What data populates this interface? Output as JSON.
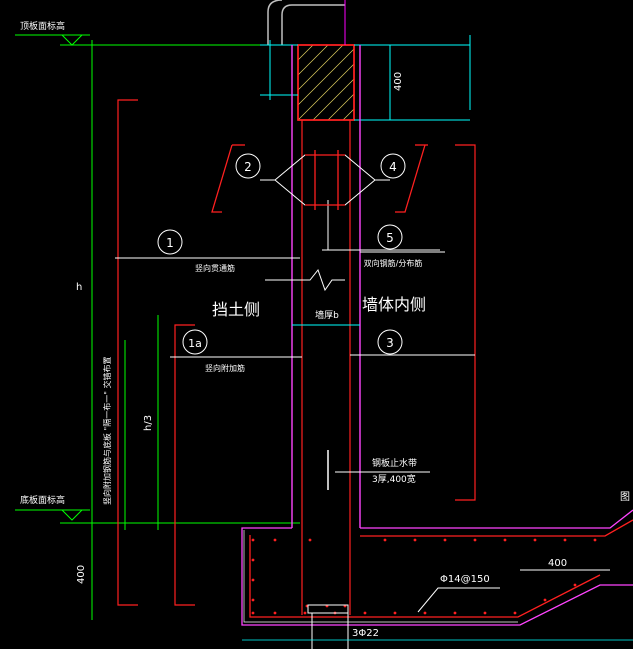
{
  "labels": {
    "top_slab_level": "顶板面标高",
    "bottom_slab_level": "底板面标高",
    "height_h": "h",
    "h_third": "h/3",
    "dim_400_top": "400",
    "dim_400_bottom": "400",
    "dim_400_right": "400",
    "soil_side": "挡土侧",
    "wall_inner_side": "墙体内侧",
    "wall_thickness": "墙厚b",
    "vertical_through_bar": "竖向贯通筋",
    "vertical_additional_bar": "竖向附加筋",
    "horizontal_distribution_bar": "双向钢筋/分布筋",
    "steel_waterstop": "钢板止水带",
    "waterstop_spec": "3厚,400宽",
    "side_note": "竖向附加钢筋与底板 \"隔一布一\" 交错布置",
    "bottom_bar": "Φ14@150",
    "corner_bars": "3Φ22",
    "edge_label": "图"
  },
  "callouts": [
    "1",
    "2",
    "4",
    "5",
    "1a",
    "3"
  ],
  "colors": {
    "wall_line": "#ff44ff",
    "green": "#00ff00",
    "red": "#ff2020",
    "white": "#ffffff",
    "cyan": "#00ffff",
    "magenta": "#ff00ff",
    "yellow": "#e0d060"
  }
}
